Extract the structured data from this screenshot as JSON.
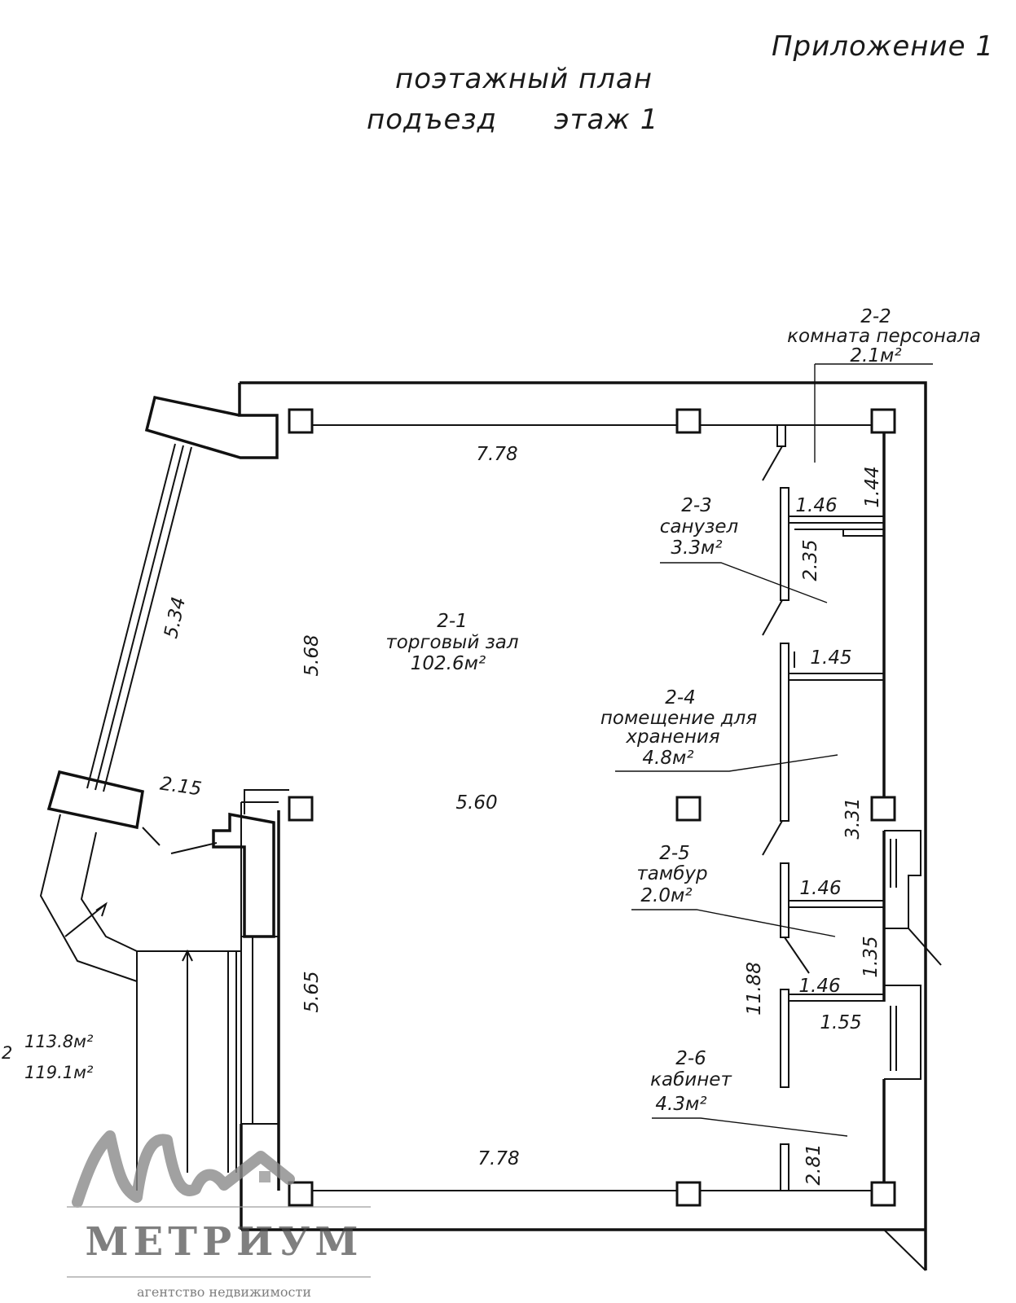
{
  "header": {
    "appendix": "Приложение 1",
    "title_line1": "поэтажный план",
    "title_line2_left": "подъезд",
    "title_line2_right": "этаж  1"
  },
  "rooms": [
    {
      "id": "2-1",
      "name": "торговый зал",
      "area": "102.6м²"
    },
    {
      "id": "2-2",
      "name": "комната персонала",
      "area": "2.1м²"
    },
    {
      "id": "2-3",
      "name": "санузел",
      "area": "3.3м²"
    },
    {
      "id": "2-4",
      "name_line1": "помещение для",
      "name_line2": "хранения",
      "area": "4.8м²"
    },
    {
      "id": "2-5",
      "name": "тамбур",
      "area": "2.0м²"
    },
    {
      "id": "2-6",
      "name": "кабинет",
      "area": "4.3м²"
    }
  ],
  "dimensions": {
    "top_width": "7.78",
    "bottom_width": "7.78",
    "left_diag": "5.34",
    "hall_upper": "5.68",
    "hall_lower": "5.65",
    "hall_center": "5.60",
    "entry_width": "2.15",
    "staff_height": "1.44",
    "wc_width": "1.46",
    "wc_height": "2.35",
    "storage_width": "1.45",
    "storage_height": "3.31",
    "vest_width": "1.46",
    "vest_height": "1.35",
    "vest_bottom": "1.46",
    "office_width_top": "1.46",
    "office_width": "1.55",
    "overall_height": "11.88",
    "office_height": "2.81"
  },
  "totals": {
    "prefix": "2",
    "area_1": "113.8м²",
    "area_2": "119.1м²"
  },
  "watermark": {
    "brand": "МЕТРИУМ",
    "tagline": "агентство недвижимости"
  }
}
